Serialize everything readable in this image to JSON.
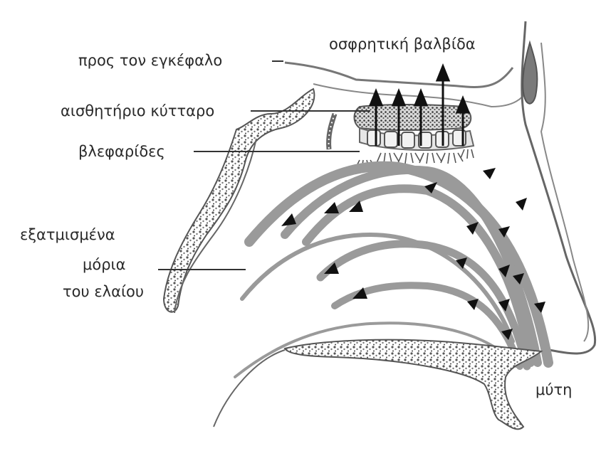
{
  "labels": {
    "to_brain": "προς τον εγκέφαλο",
    "olfactory_bulb": "οσφρητική βαλβίδα",
    "sensory_cell": "αισθητήριο κύτταρο",
    "cilia": "βλεφαρίδες",
    "vapor_line1": "εξατμισμένα",
    "vapor_line2": "μόρια",
    "vapor_line3": "του ελαίου",
    "nose": "μύτη"
  },
  "colors": {
    "ink": "#2a2a2a",
    "airflow": "#9a9a9a",
    "tissue": "#6e6e6e",
    "background": "#ffffff"
  }
}
